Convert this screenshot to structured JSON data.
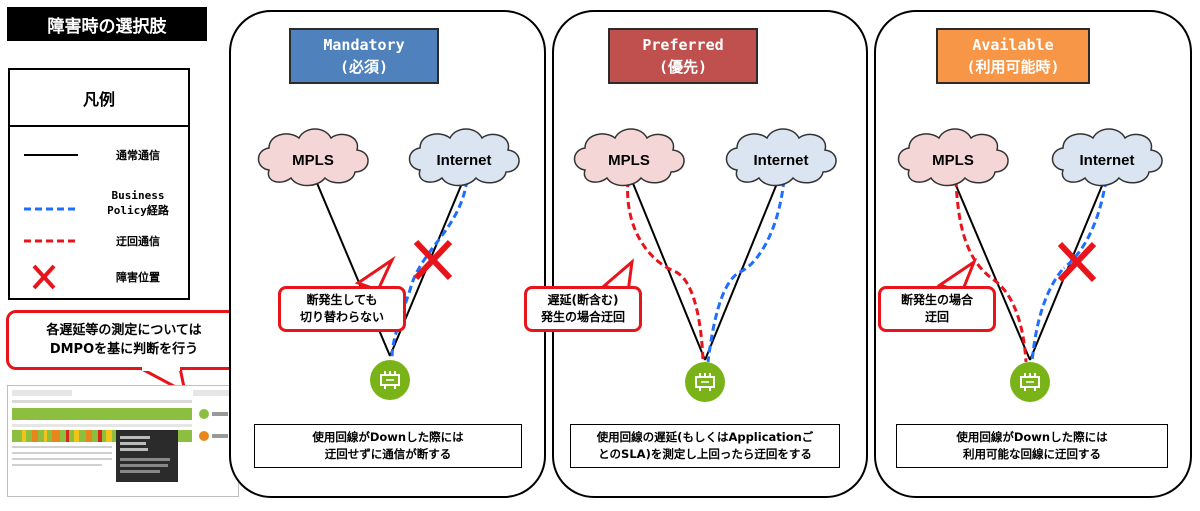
{
  "title": "障害時の選択肢",
  "legend": {
    "title": "凡例",
    "items": [
      {
        "line1": "通常通信",
        "line2": ""
      },
      {
        "line1": "Business",
        "line2": "Policy経路"
      },
      {
        "line1": "迂回通信",
        "line2": ""
      },
      {
        "line1": "障害位置",
        "line2": ""
      }
    ]
  },
  "note": {
    "line1": "各遅延等の測定については",
    "line2": "DMPOを基に判断を行う"
  },
  "clouds": {
    "mpls": "MPLS",
    "internet": "Internet"
  },
  "panels": [
    {
      "mode_en": "Mandatory",
      "mode_ja": "(必須)",
      "callout1": "断発生しても",
      "callout2": "切り替わらない",
      "caption1": "使用回線がDownした際には",
      "caption2": "迂回せずに通信が断する"
    },
    {
      "mode_en": "Preferred",
      "mode_ja": "(優先)",
      "callout1": "遅延(断含む)",
      "callout2": "発生の場合迂回",
      "caption1": "使用回線の遅延(もしくはApplicationご",
      "caption2": "とのSLA)を測定し上回ったら迂回をする"
    },
    {
      "mode_en": "Available",
      "mode_ja": "(利用可能時)",
      "callout1": "断発生の場合",
      "callout2": "迂回",
      "caption1": "使用回線がDownした際には",
      "caption2": "利用可能な回線に迂回する"
    }
  ],
  "colors": {
    "mandatory": "#4f81bd",
    "preferred": "#c0504d",
    "available": "#f79646",
    "mpls_cloud": "#f4d6d6",
    "internet_cloud": "#dbe5f1",
    "alert": "#e8141b",
    "policy_path": "#1f6fff",
    "device": "#7ab317"
  }
}
